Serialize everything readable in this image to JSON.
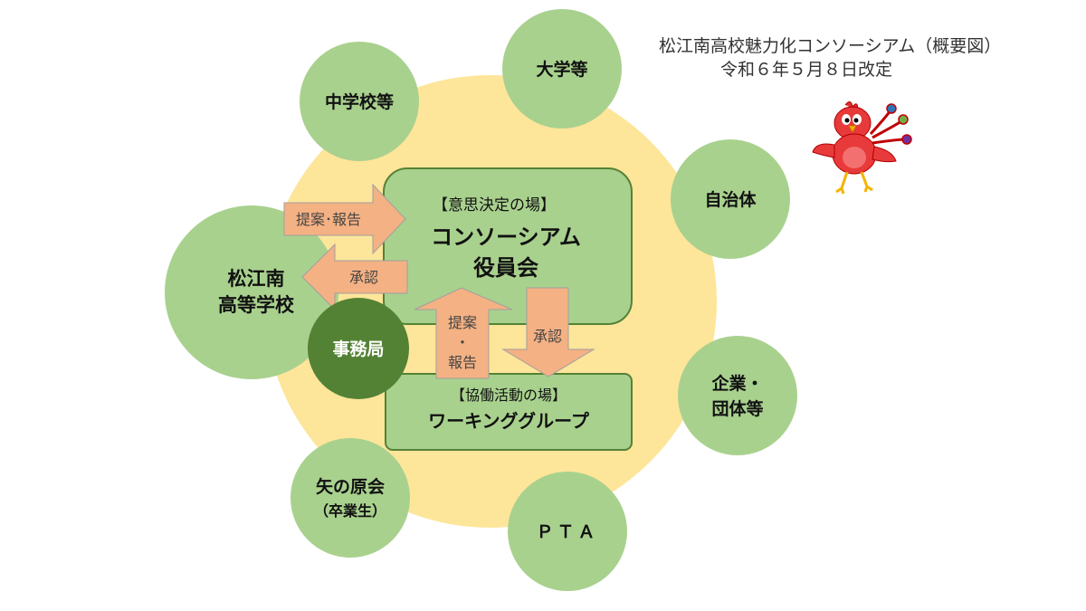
{
  "title": {
    "line1": "松江南高校魅力化コンソーシアム（概要図）",
    "line2": "令和６年５月８日改定"
  },
  "colors": {
    "outer_circle": "#fde59a",
    "green_circle": "#a9d18e",
    "green_dark": "#548235",
    "box_fill": "#a9d18e",
    "box_stroke": "#548235",
    "arrow_fill": "#f4b183",
    "arrow_stroke": "#a0a0a0"
  },
  "partners": {
    "daigaku": "大学等",
    "chugakko": "中学校等",
    "jichitai": "自治体",
    "kigyo_line1": "企業・",
    "kigyo_line2": "団体等",
    "pta": "ＰＴＡ",
    "yanohara_line1": "矢の原会",
    "yanohara_line2": "（卒業生）"
  },
  "school": {
    "line1": "松江南",
    "line2": "高等学校"
  },
  "office": "事務局",
  "board": {
    "caption": "【意思決定の場】",
    "line1": "コンソーシアム",
    "line2": "役員会"
  },
  "working_group": {
    "caption": "【協働活動の場】",
    "name": "ワーキンググループ"
  },
  "arrows": {
    "proposal_report": "提案･報告",
    "approval_left": "承認",
    "up_line1": "提案",
    "up_line2": "・",
    "up_line3": "報告",
    "approval_down": "承認"
  },
  "icons": {
    "mascot": "red-bird-mascot-icon"
  }
}
